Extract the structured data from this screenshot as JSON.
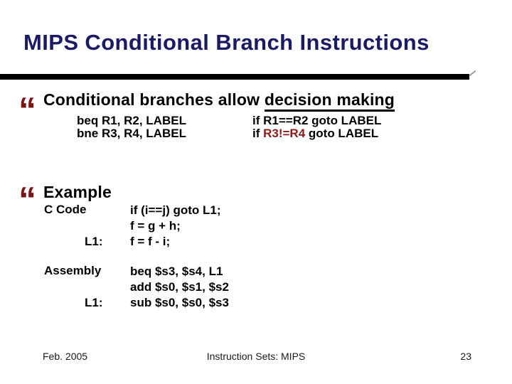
{
  "slide": {
    "title": "MIPS Conditional Branch Instructions",
    "bullet1": {
      "marker": "“",
      "text": "Conditional branches allow ",
      "underlined": "decision making"
    },
    "branch_examples": [
      {
        "code": "beq R1, R2, LABEL",
        "meaning": "if R1==R2 goto LABEL"
      },
      {
        "code": "bne R3, R4, LABEL",
        "meaning_pre": "if ",
        "meaning_highlight": "R3!=R4",
        "meaning_post": " goto LABEL"
      }
    ],
    "bullet2": {
      "marker": "“",
      "text": "Example"
    },
    "example": {
      "c_label": "C Code",
      "c_line1": "if (i==j) goto L1;",
      "c_line2": "f = g + h;",
      "c_l1_label": "L1:",
      "c_line3": "f = f - i;",
      "asm_label": "Assembly",
      "asm_line1": "beq $s3, $s4, L1",
      "asm_line2": "add $s0, $s1, $s2",
      "asm_l1_label": "L1:",
      "asm_line3": "sub $s0, $s0, $s3"
    },
    "footer": {
      "date": "Feb. 2005",
      "title": "Instruction Sets: MIPS",
      "page_number": "23"
    },
    "colors": {
      "title_navy": "#1a1a66",
      "highlight_red": "#8b1a1a",
      "bullet_maroon": "#7d1414",
      "body_text": "#000000",
      "rule_black": "#000000"
    }
  }
}
